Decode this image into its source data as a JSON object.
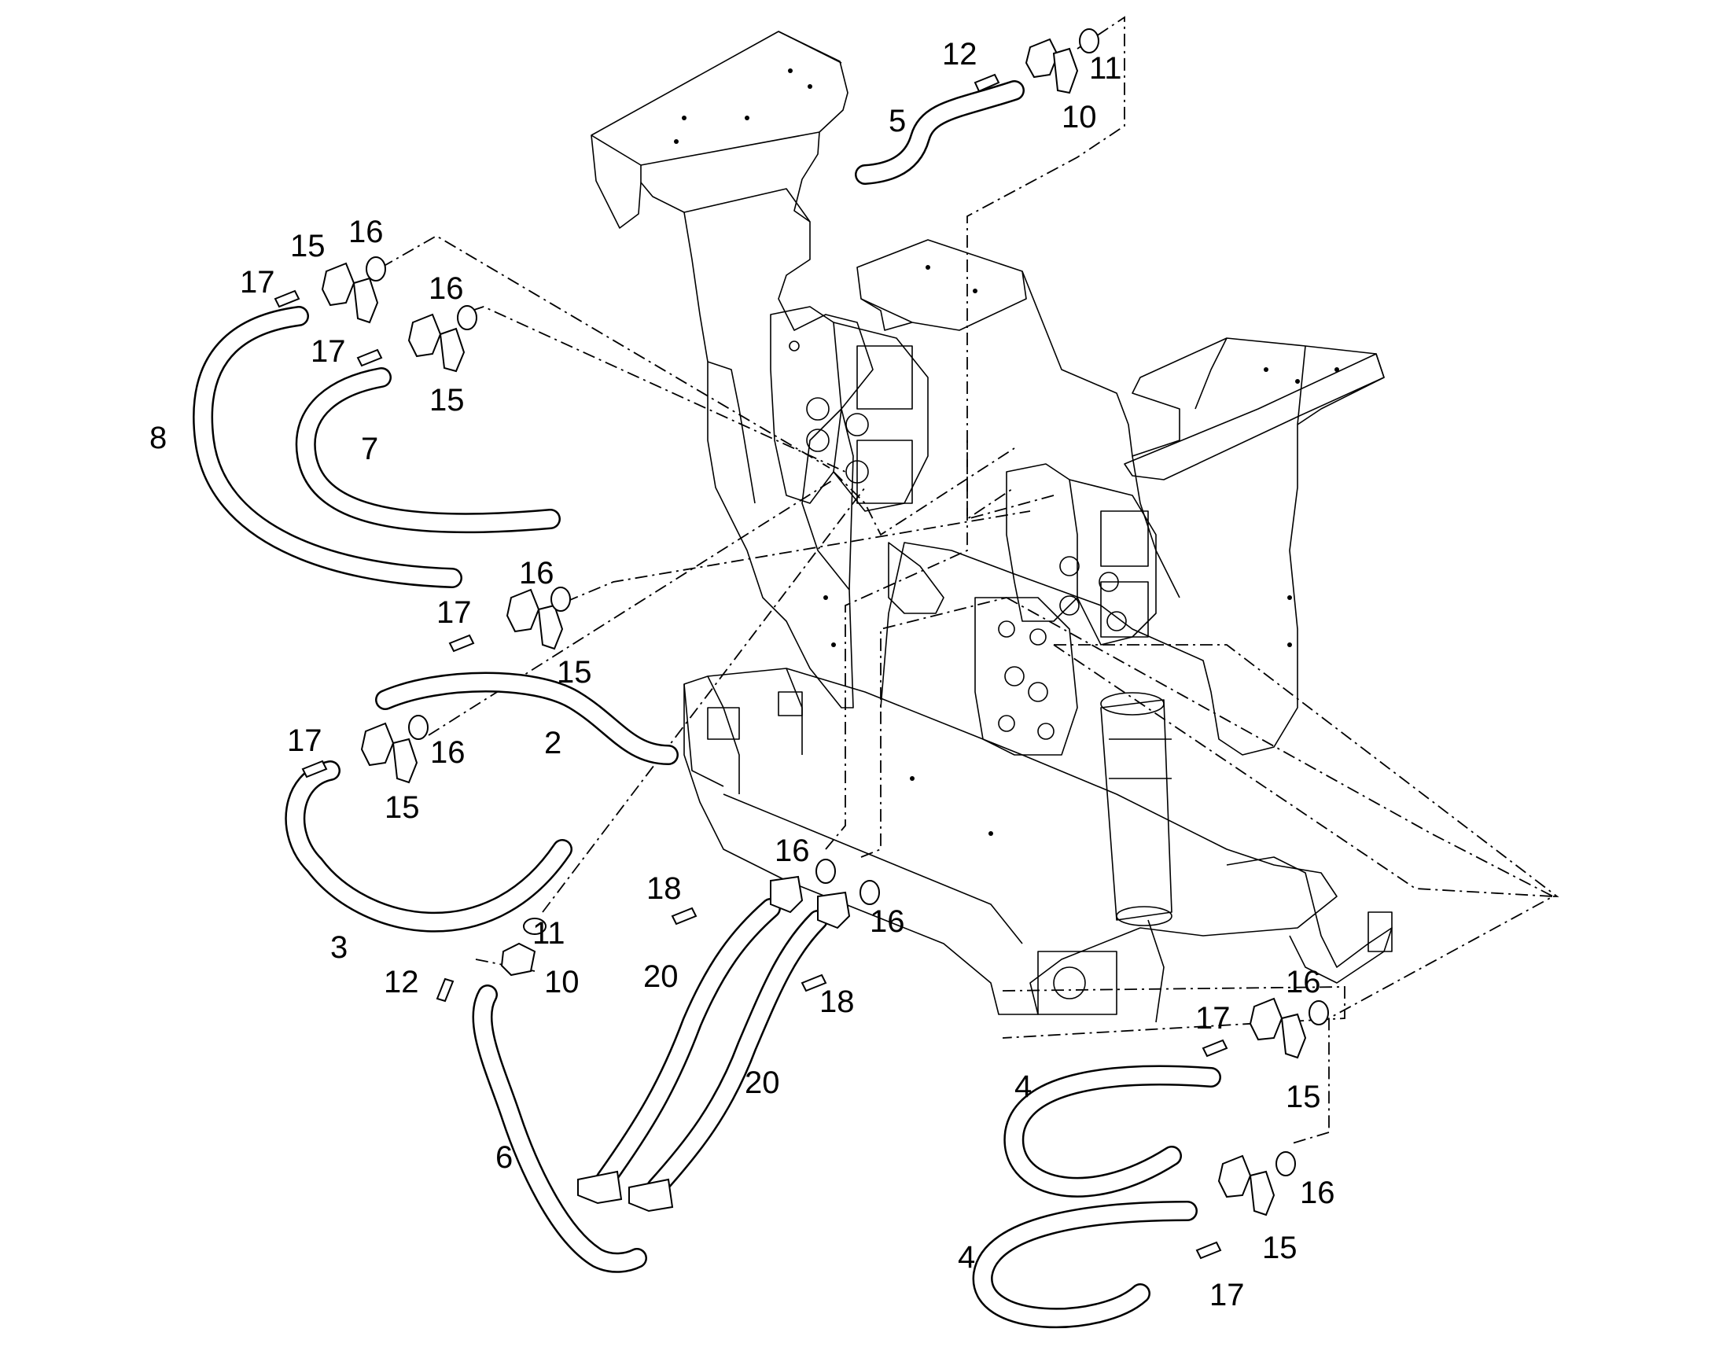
{
  "callouts": [
    {
      "id": "c1",
      "text": "12"
    },
    {
      "id": "c2",
      "text": "11"
    },
    {
      "id": "c3",
      "text": "5"
    },
    {
      "id": "c4",
      "text": "10"
    },
    {
      "id": "c5",
      "text": "16"
    },
    {
      "id": "c6",
      "text": "15"
    },
    {
      "id": "c7",
      "text": "17"
    },
    {
      "id": "c8",
      "text": "16"
    },
    {
      "id": "c9",
      "text": "17"
    },
    {
      "id": "c10",
      "text": "15"
    },
    {
      "id": "c11",
      "text": "8"
    },
    {
      "id": "c12",
      "text": "7"
    },
    {
      "id": "c13",
      "text": "16"
    },
    {
      "id": "c14",
      "text": "17"
    },
    {
      "id": "c15",
      "text": "15"
    },
    {
      "id": "c16",
      "text": "17"
    },
    {
      "id": "c17",
      "text": "16"
    },
    {
      "id": "c18",
      "text": "2"
    },
    {
      "id": "c19",
      "text": "15"
    },
    {
      "id": "c20",
      "text": "16"
    },
    {
      "id": "c21",
      "text": "18"
    },
    {
      "id": "c22",
      "text": "16"
    },
    {
      "id": "c23",
      "text": "11"
    },
    {
      "id": "c24",
      "text": "3"
    },
    {
      "id": "c25",
      "text": "12"
    },
    {
      "id": "c26",
      "text": "10"
    },
    {
      "id": "c27",
      "text": "20"
    },
    {
      "id": "c28",
      "text": "18"
    },
    {
      "id": "c29",
      "text": "16"
    },
    {
      "id": "c30",
      "text": "17"
    },
    {
      "id": "c31",
      "text": "20"
    },
    {
      "id": "c32",
      "text": "4"
    },
    {
      "id": "c33",
      "text": "15"
    },
    {
      "id": "c34",
      "text": "6"
    },
    {
      "id": "c35",
      "text": "16"
    },
    {
      "id": "c36",
      "text": "4"
    },
    {
      "id": "c37",
      "text": "15"
    },
    {
      "id": "c38",
      "text": "17"
    }
  ]
}
